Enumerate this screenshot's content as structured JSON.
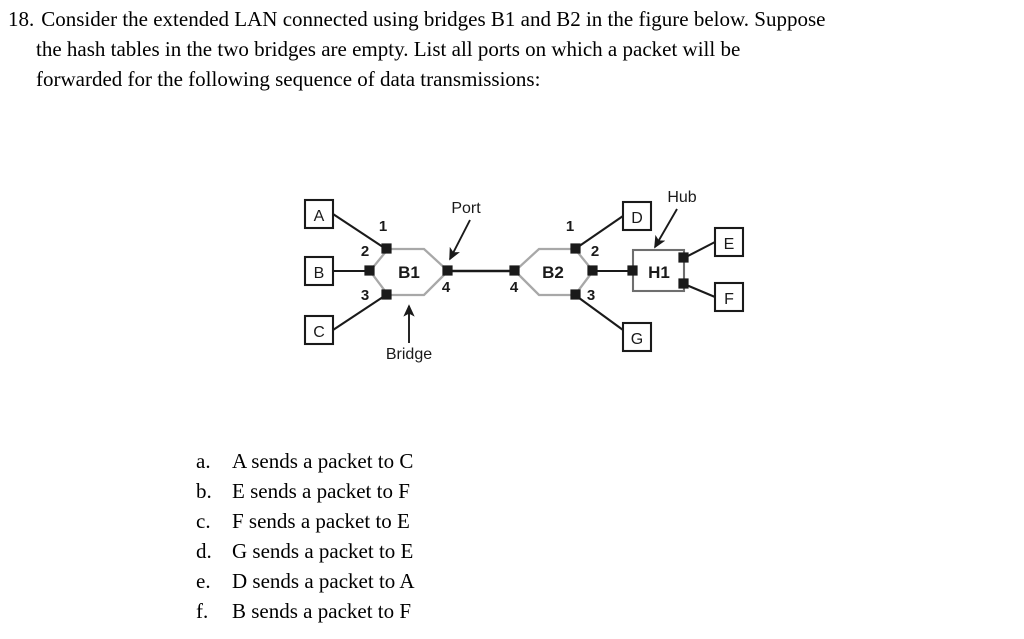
{
  "question": {
    "number": "18.",
    "lines": [
      "Consider the extended LAN connected using bridges B1 and B2 in the figure below. Suppose",
      "the hash tables in the two bridges are empty. List all ports on which a packet will be",
      "forwarded for the following sequence of data transmissions:"
    ]
  },
  "figure": {
    "annotations": {
      "port_label": "Port",
      "bridge_label": "Bridge",
      "hub_label": "Hub"
    },
    "bridges": [
      {
        "name": "B1",
        "ports": [
          "1",
          "2",
          "3",
          "4"
        ]
      },
      {
        "name": "B2",
        "ports": [
          "1",
          "2",
          "3",
          "4"
        ]
      }
    ],
    "hub": {
      "name": "H1"
    },
    "stations": [
      {
        "name": "A",
        "attached_to": "B1",
        "port": "1"
      },
      {
        "name": "B",
        "attached_to": "B1",
        "port": "2"
      },
      {
        "name": "C",
        "attached_to": "B1",
        "port": "3"
      },
      {
        "name": "D",
        "attached_to": "B2",
        "port": "1"
      },
      {
        "name": "G",
        "attached_to": "B2",
        "port": "3"
      },
      {
        "name": "E",
        "attached_to": "H1",
        "port": ""
      },
      {
        "name": "F",
        "attached_to": "H1",
        "port": ""
      }
    ],
    "links": [
      {
        "from": "B1",
        "from_port": "4",
        "to": "B2",
        "to_port": "4"
      },
      {
        "from": "B2",
        "from_port": "2",
        "to": "H1",
        "to_port": ""
      }
    ],
    "colors": {
      "line": "#1a1a1a",
      "node_fill": "#ffffff",
      "port_fill": "#1a1a1a",
      "label_text": "#1a1a1a"
    }
  },
  "answers": [
    {
      "letter": "a.",
      "text": "A sends a packet to C"
    },
    {
      "letter": "b.",
      "text": "E sends a packet to F"
    },
    {
      "letter": "c.",
      "text": "F sends a packet to E"
    },
    {
      "letter": "d.",
      "text": "G sends a packet to E"
    },
    {
      "letter": "e.",
      "text": "D sends a packet to A"
    },
    {
      "letter": "f.",
      "text": "B sends a packet to F"
    }
  ]
}
